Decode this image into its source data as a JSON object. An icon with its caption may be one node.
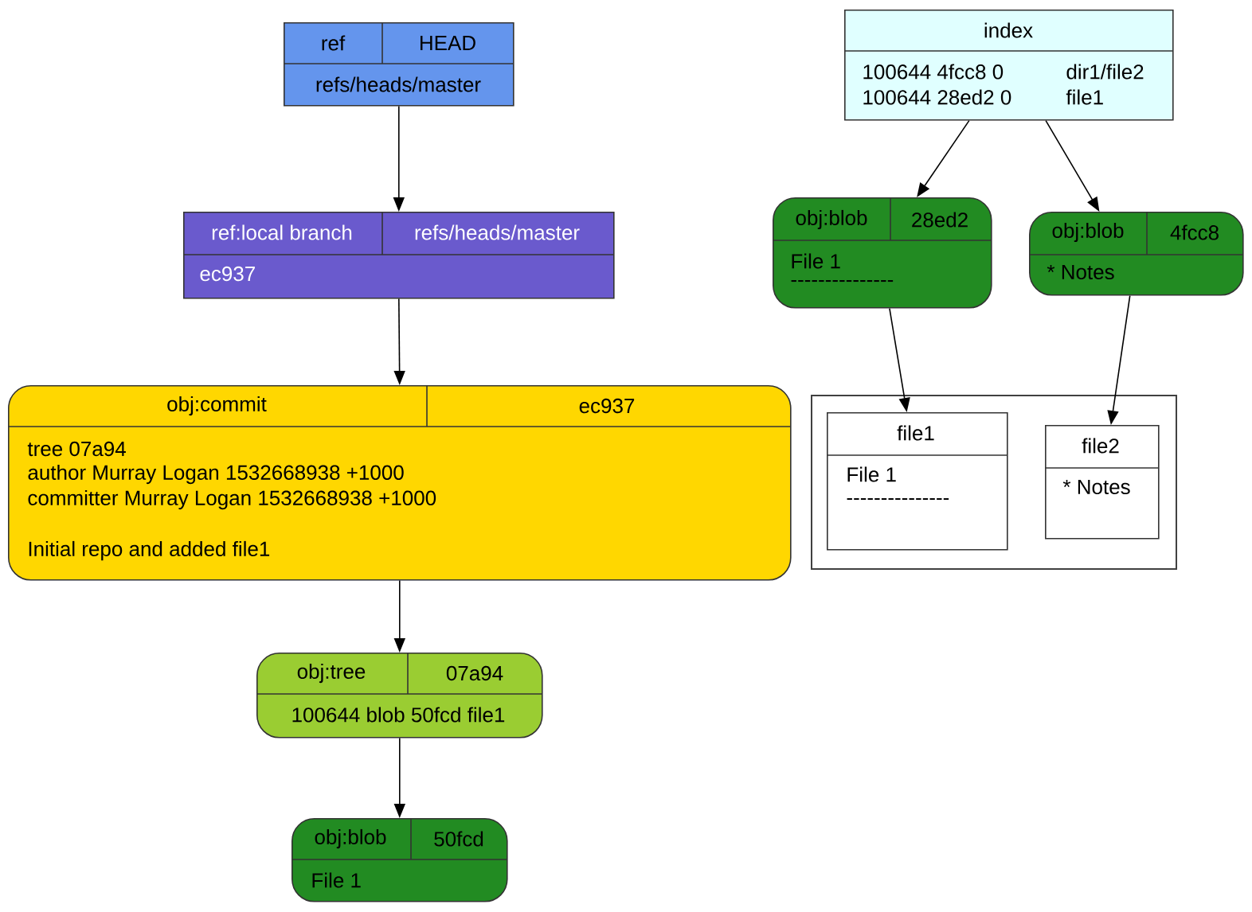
{
  "diagram": {
    "nodes": [
      {
        "text": [
          "ref",
          "HEAD",
          "refs/heads/master"
        ]
      },
      {
        "text": [
          "ref:local branch",
          "refs/heads/master",
          "ec937"
        ]
      },
      {
        "text": [
          "obj:commit",
          "ec937",
          "tree 07a94",
          "author Murray Logan 1532668938 +1000",
          "committer Murray Logan 1532668938 +1000",
          "Initial repo and added file1"
        ]
      },
      {
        "text": [
          "obj:tree",
          "07a94",
          "100644 blob 50fcd file1"
        ]
      },
      {
        "text": [
          "obj:blob",
          "50fcd",
          "File 1"
        ]
      },
      {
        "text": [
          "index",
          "100644 4fcc8 0",
          "dir1/file2",
          "100644 28ed2 0",
          "file1"
        ]
      },
      {
        "text": [
          "obj:blob",
          "28ed2",
          "File 1",
          "---------------"
        ]
      },
      {
        "text": [
          "obj:blob",
          "4fcc8",
          "* Notes"
        ]
      },
      {
        "text": [],
        "shape": "box"
      },
      {
        "text": [
          "file1",
          "File 1",
          "---------------"
        ],
        "in": 8
      },
      {
        "text": [
          "file2",
          "* Notes"
        ],
        "in": 8
      }
    ],
    "edges": [
      {
        "from": 0,
        "to": 1,
        "arrow": "to"
      },
      {
        "from": 1,
        "to": 2,
        "arrow": "to"
      },
      {
        "from": 2,
        "to": 3,
        "arrow": "to"
      },
      {
        "from": 3,
        "to": 4,
        "arrow": "to"
      },
      {
        "from": 5,
        "to": 6,
        "arrow": "to"
      },
      {
        "from": 5,
        "to": 7,
        "arrow": "to"
      },
      {
        "from": 6,
        "to": 9,
        "arrow": "to"
      },
      {
        "from": 7,
        "to": 10,
        "arrow": "to"
      }
    ]
  }
}
